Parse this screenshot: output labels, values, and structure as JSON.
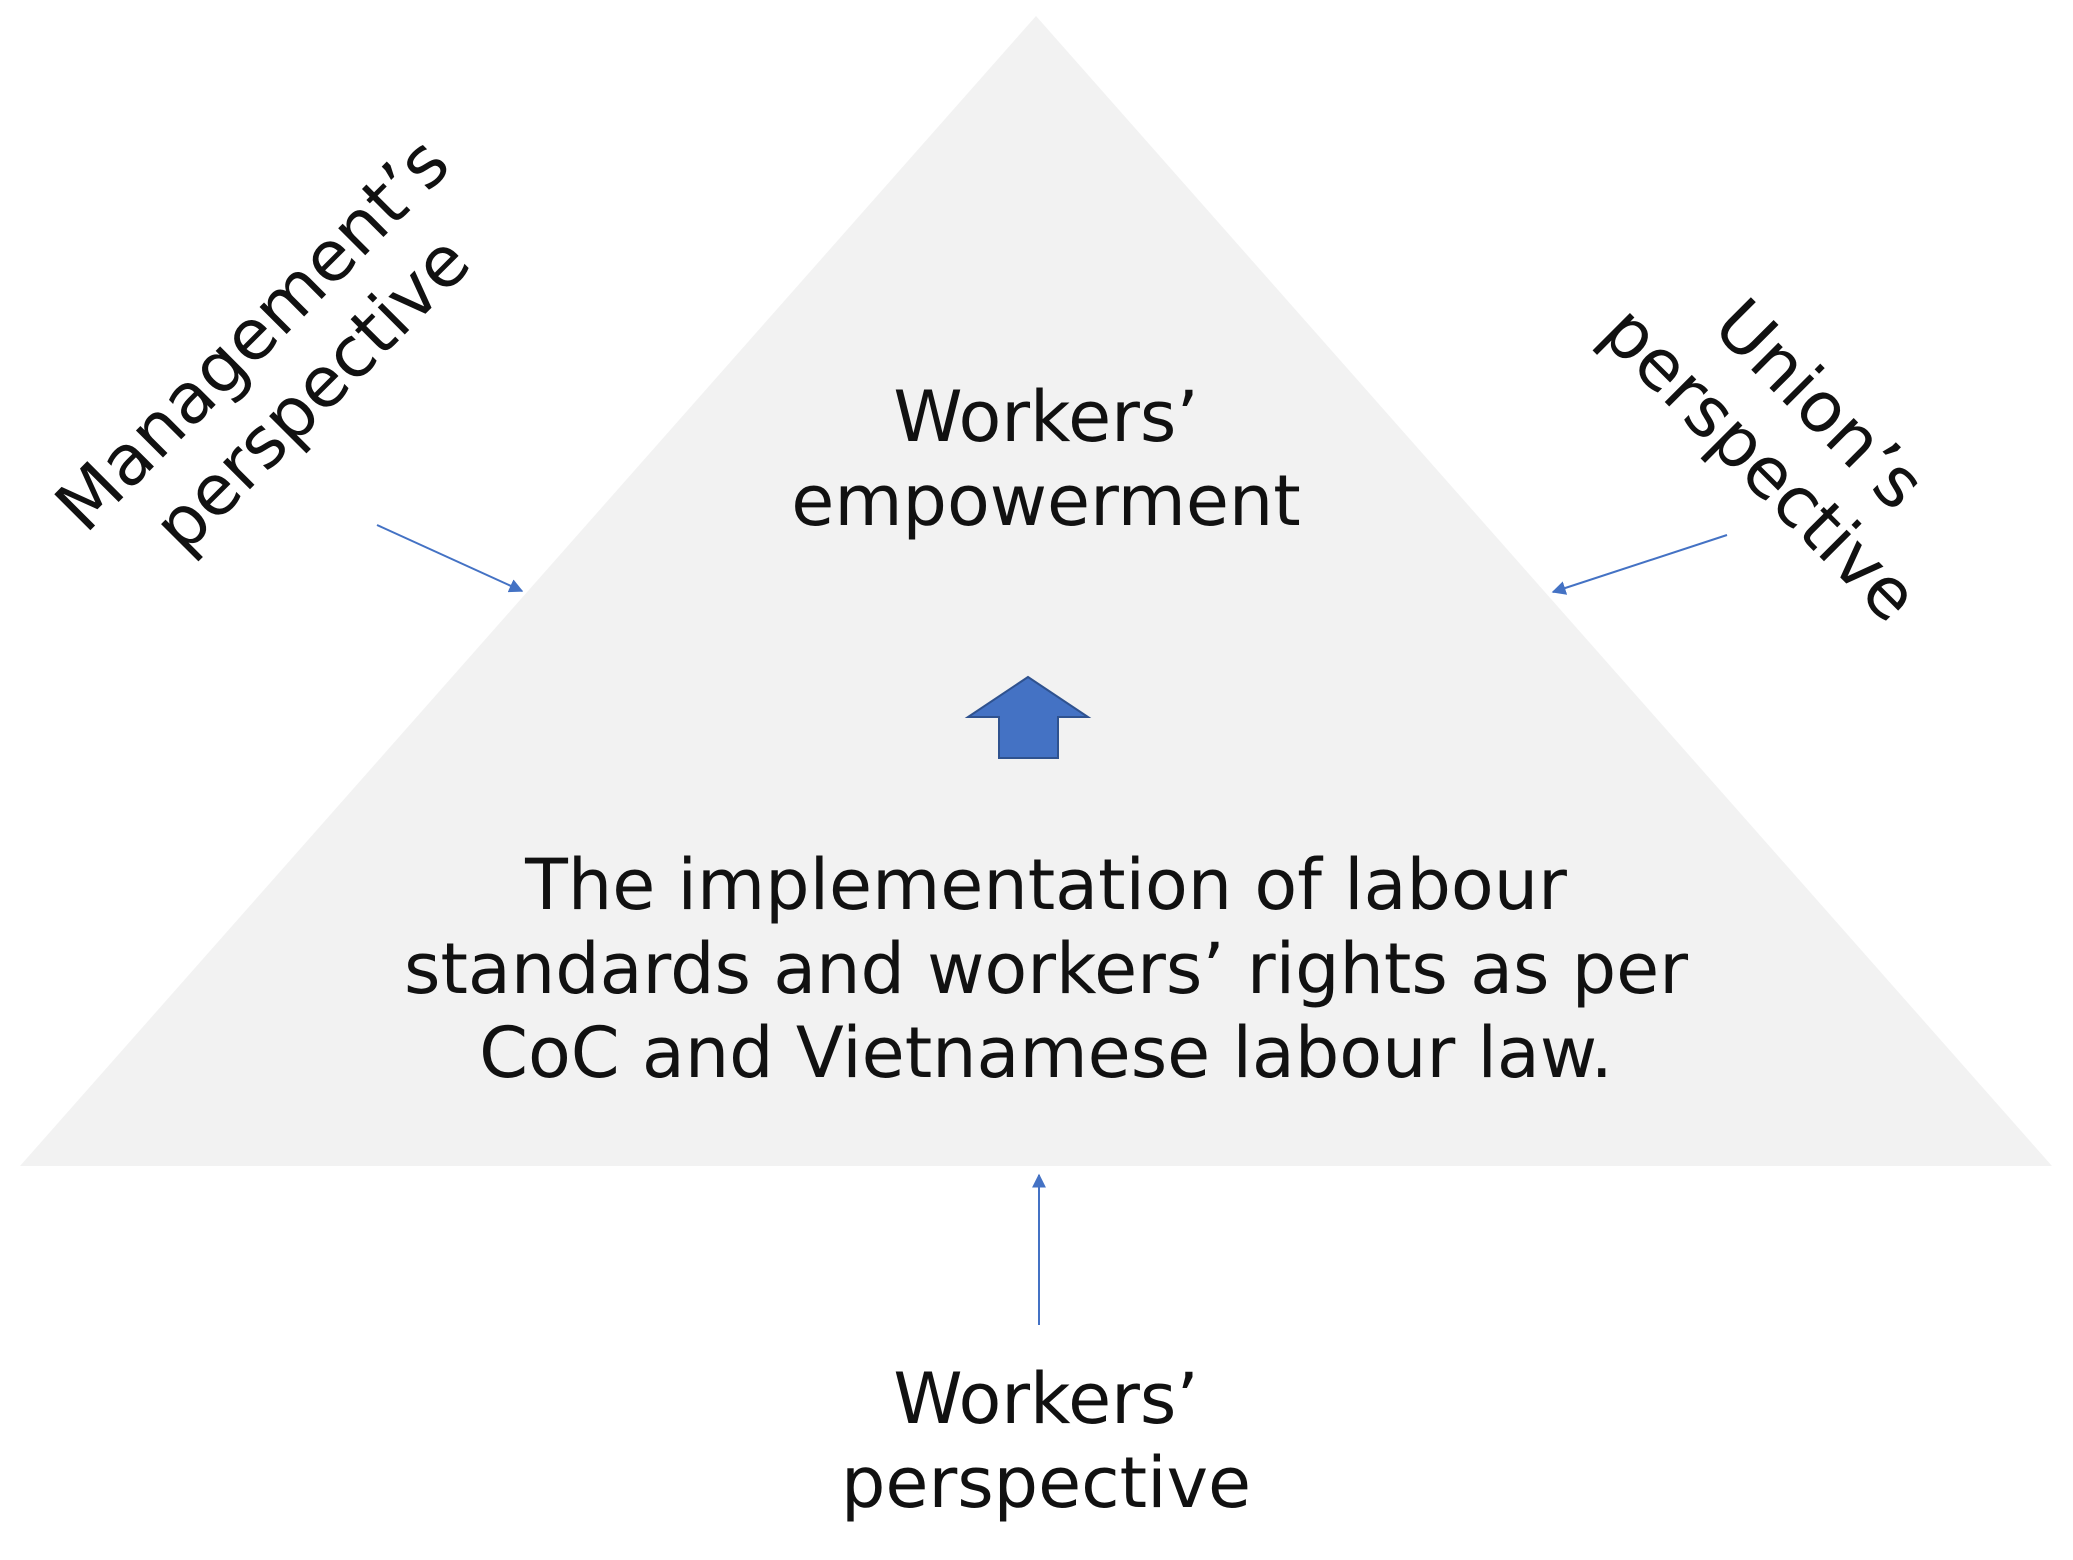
{
  "diagram": {
    "top_label": [
      "Workers’",
      "empowerment"
    ],
    "center_label": [
      "The implementation of labour",
      "standards and workers’ rights as per",
      "CoC and Vietnamese labour law."
    ],
    "bottom_label": [
      "Workers’",
      "perspective"
    ],
    "left_label": [
      "Management’s",
      "perspective"
    ],
    "right_label": [
      "Union’s",
      "perspective"
    ],
    "colors": {
      "triangle_fill": "#f2f2f2",
      "arrow": "#4472c4",
      "block_arrow_fill": "#4472c4",
      "block_arrow_stroke": "#2f528f",
      "text": "#111111"
    }
  }
}
